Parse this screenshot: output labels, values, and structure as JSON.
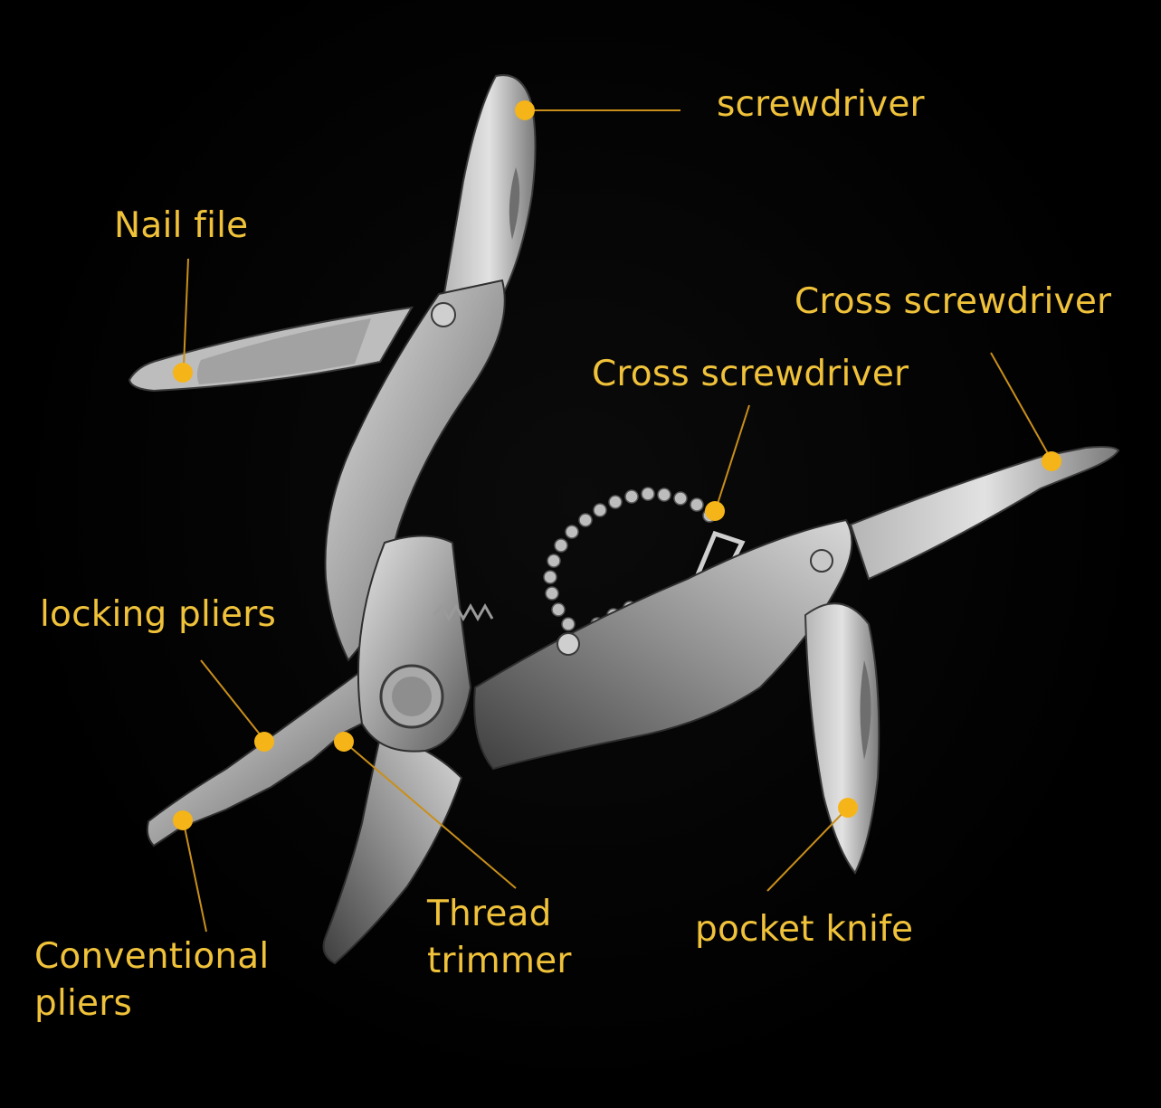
{
  "colors": {
    "background": "#000000",
    "label_text": "#f0c23a",
    "callout_dot": "#f5b418",
    "leader_line": "#c98f1a",
    "steel_light": "#d9d9d9",
    "steel_mid": "#9a9a9a",
    "steel_dark": "#4a4a4a"
  },
  "labels": {
    "screwdriver": "screwdriver",
    "nail_file": "Nail file",
    "cross_screwdriver_right": "Cross screwdriver",
    "cross_screwdriver_middle": "Cross screwdriver",
    "locking_pliers": "locking pliers",
    "conventional_pliers_line1": "Conventional",
    "conventional_pliers_line2": "pliers",
    "thread_trimmer_line1": "Thread",
    "thread_trimmer_line2": "trimmer",
    "pocket_knife": "pocket knife"
  }
}
